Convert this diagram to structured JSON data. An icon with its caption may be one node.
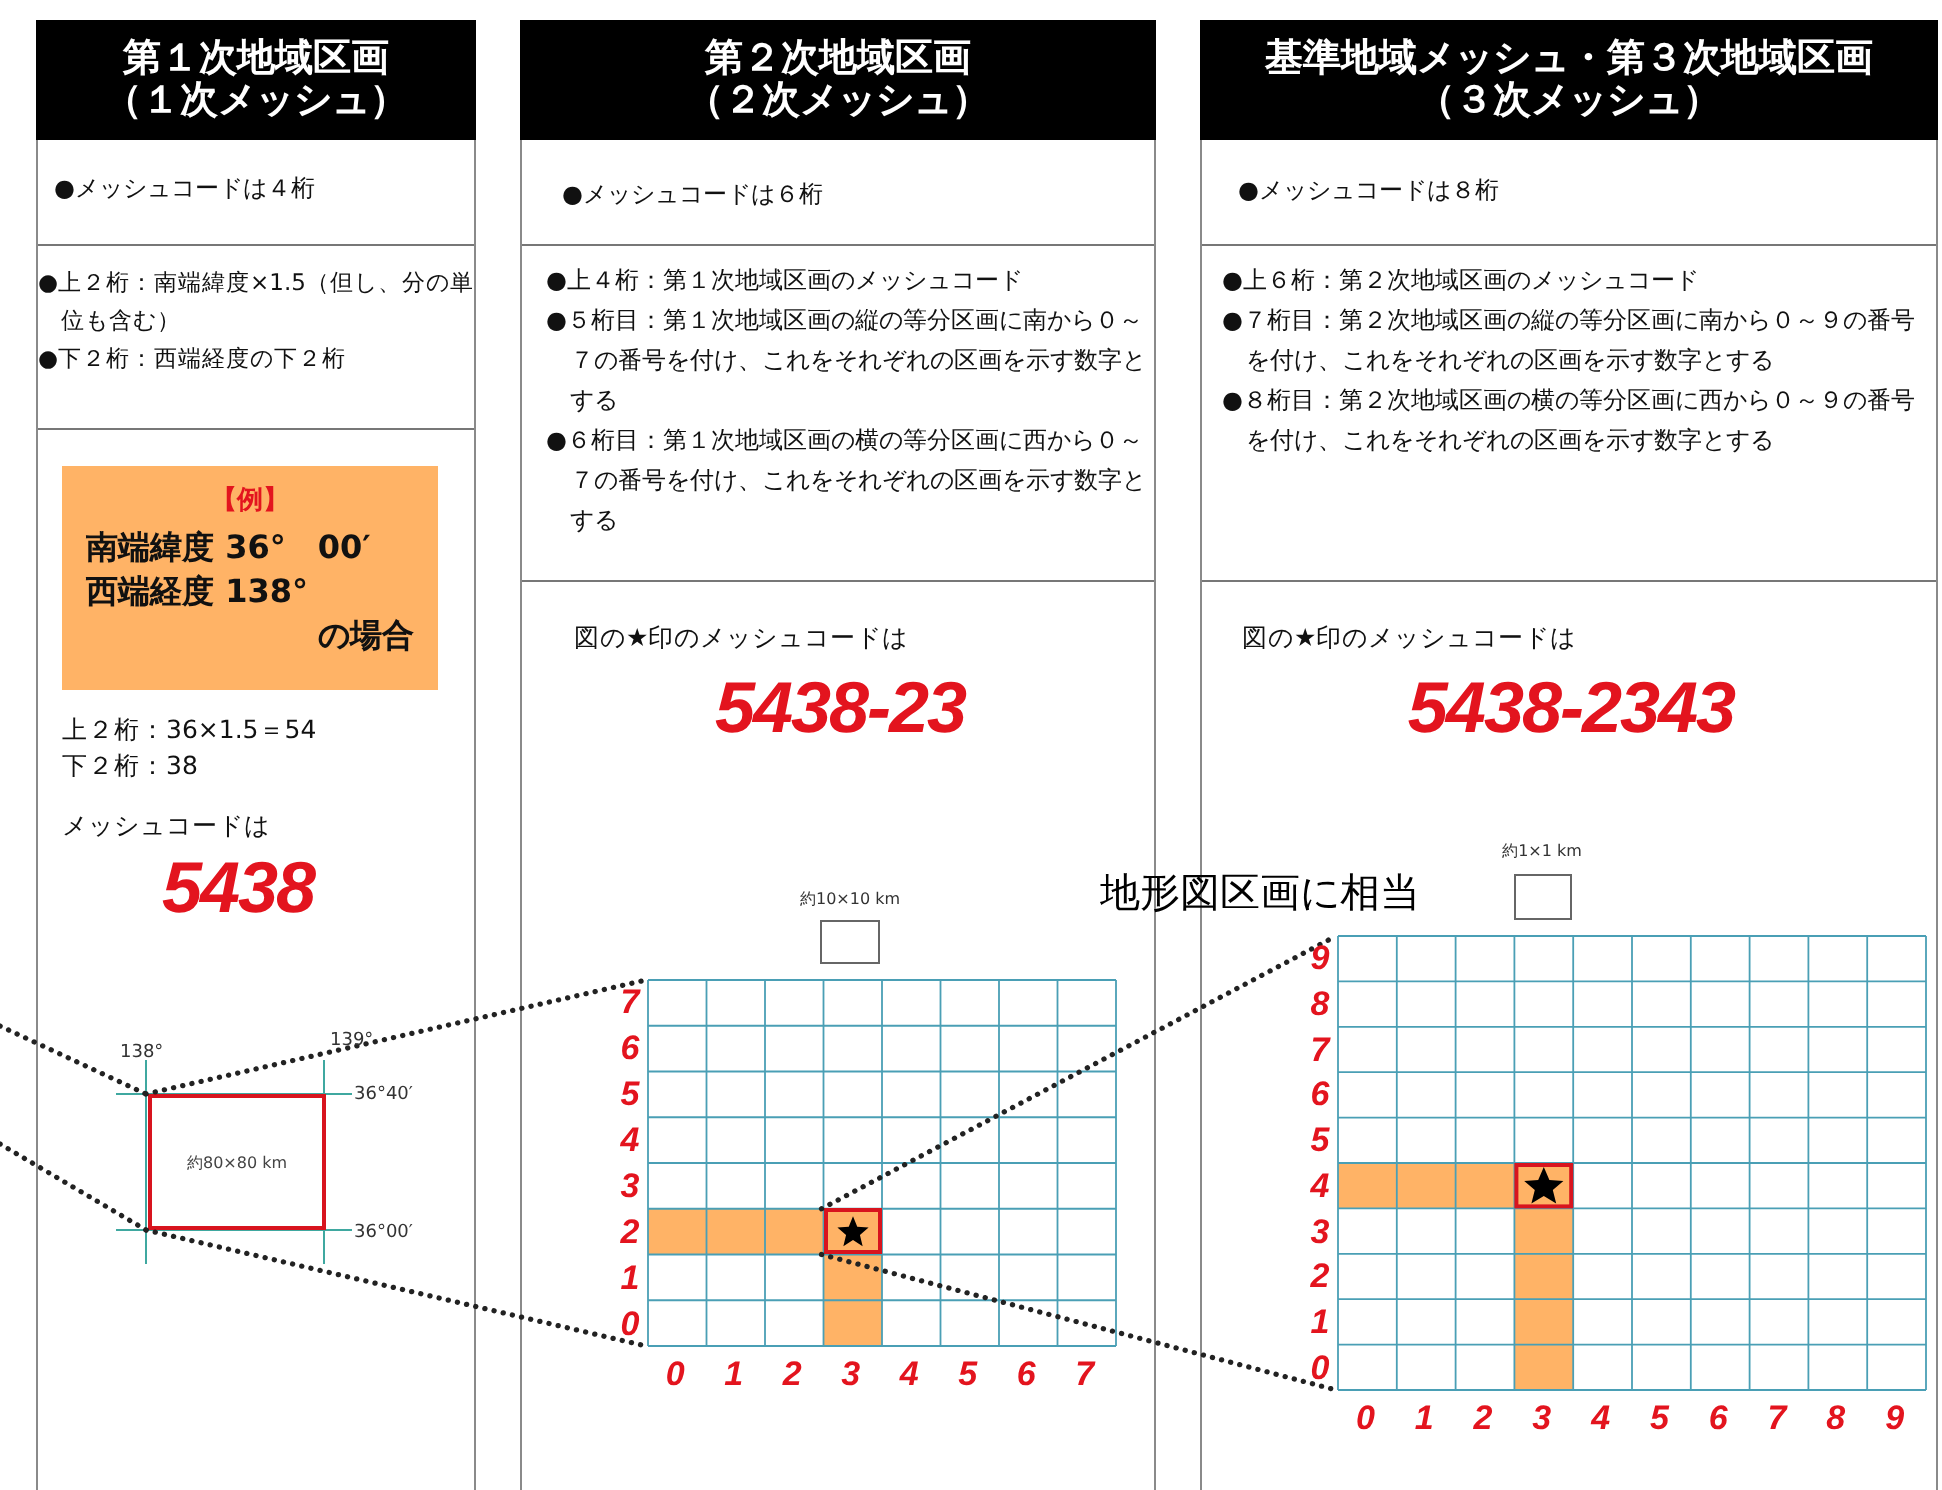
{
  "diagram": {
    "nodes": [
      {
        "text": [
          "第１次地域区画（１次メッシュ）",
          "●メッシュコードは４桁",
          "●上２桁：南端緯度×1.5（但し、分の単位も含む）",
          "●下２桁：西端経度の下２桁",
          "上２桁：36×1.5＝54",
          "下２桁：38",
          "メッシュコードは",
          "5438"
        ]
      },
      {
        "text": [
          "【例】",
          "南端緯度 36°　00′",
          "西端経度 138°",
          "の場合"
        ],
        "in": 0
      },
      {
        "text": [
          "約80×80 km"
        ],
        "in": 0
      },
      {
        "text": [
          "第２次地域区画（２次メッシュ）",
          "●メッシュコードは６桁",
          "●上４桁：第１次地域区画のメッシュコード",
          "●５桁目：第１次地域区画の縦の等分区画に南から０～７の番号を付け、これをそれぞれの区画を示す数字とする",
          "●６桁目：第１次地域区画の横の等分区画に西から０～７の番号を付け、これをそれぞれの区画を示す数字とする",
          "図の★印のメッシュコードは",
          "5438-23"
        ]
      },
      {
        "text": [],
        "shape": "box",
        "in": 3
      },
      {
        "text": [],
        "shape": "box",
        "in": 4
      },
      {
        "text": [
          "基準地域メッシュ・第３次地域区画（３次メッシュ）",
          "●メッシュコードは８桁",
          "●上６桁：第２次地域区画のメッシュコード",
          "●７桁目：第２次地域区画の縦の等分区画に南から０～９の番号を付け、これをそれぞれの区画を示す数字とする",
          "●８桁目：第２次地域区画の横の等分区画に西から０～９の番号を付け、これをそれぞれの区画を示す数字とする",
          "図の★印のメッシュコードは",
          "5438-2343"
        ]
      },
      {
        "text": [],
        "shape": "box",
        "in": 6
      }
    ],
    "edges": [
      {
        "from": null,
        "to": 2,
        "arrow": "none",
        "style": "dashed"
      },
      {
        "from": null,
        "to": 2,
        "arrow": "none",
        "style": "dashed"
      },
      {
        "from": 2,
        "to": 4,
        "arrow": "none",
        "style": "dashed"
      },
      {
        "from": 2,
        "to": 4,
        "arrow": "none",
        "style": "dashed"
      },
      {
        "from": 5,
        "to": 7,
        "arrow": "none",
        "style": "dashed"
      },
      {
        "from": 5,
        "to": 7,
        "arrow": "none",
        "style": "dashed"
      }
    ],
    "labels": [
      "約10×10 km",
      "地形図区画に相当",
      "約1×1 km",
      "138°",
      "139°",
      "36°40′",
      "36°00′",
      "7",
      "6",
      "5",
      "4",
      "3",
      "2",
      "1",
      "0",
      "0",
      "1",
      "2",
      "3",
      "4",
      "5",
      "6",
      "7",
      "9",
      "8",
      "7",
      "6",
      "5",
      "4",
      "3",
      "2",
      "1",
      "0",
      "0",
      "1",
      "2",
      "3",
      "4",
      "5",
      "6",
      "7",
      "8",
      "9"
    ]
  }
}
